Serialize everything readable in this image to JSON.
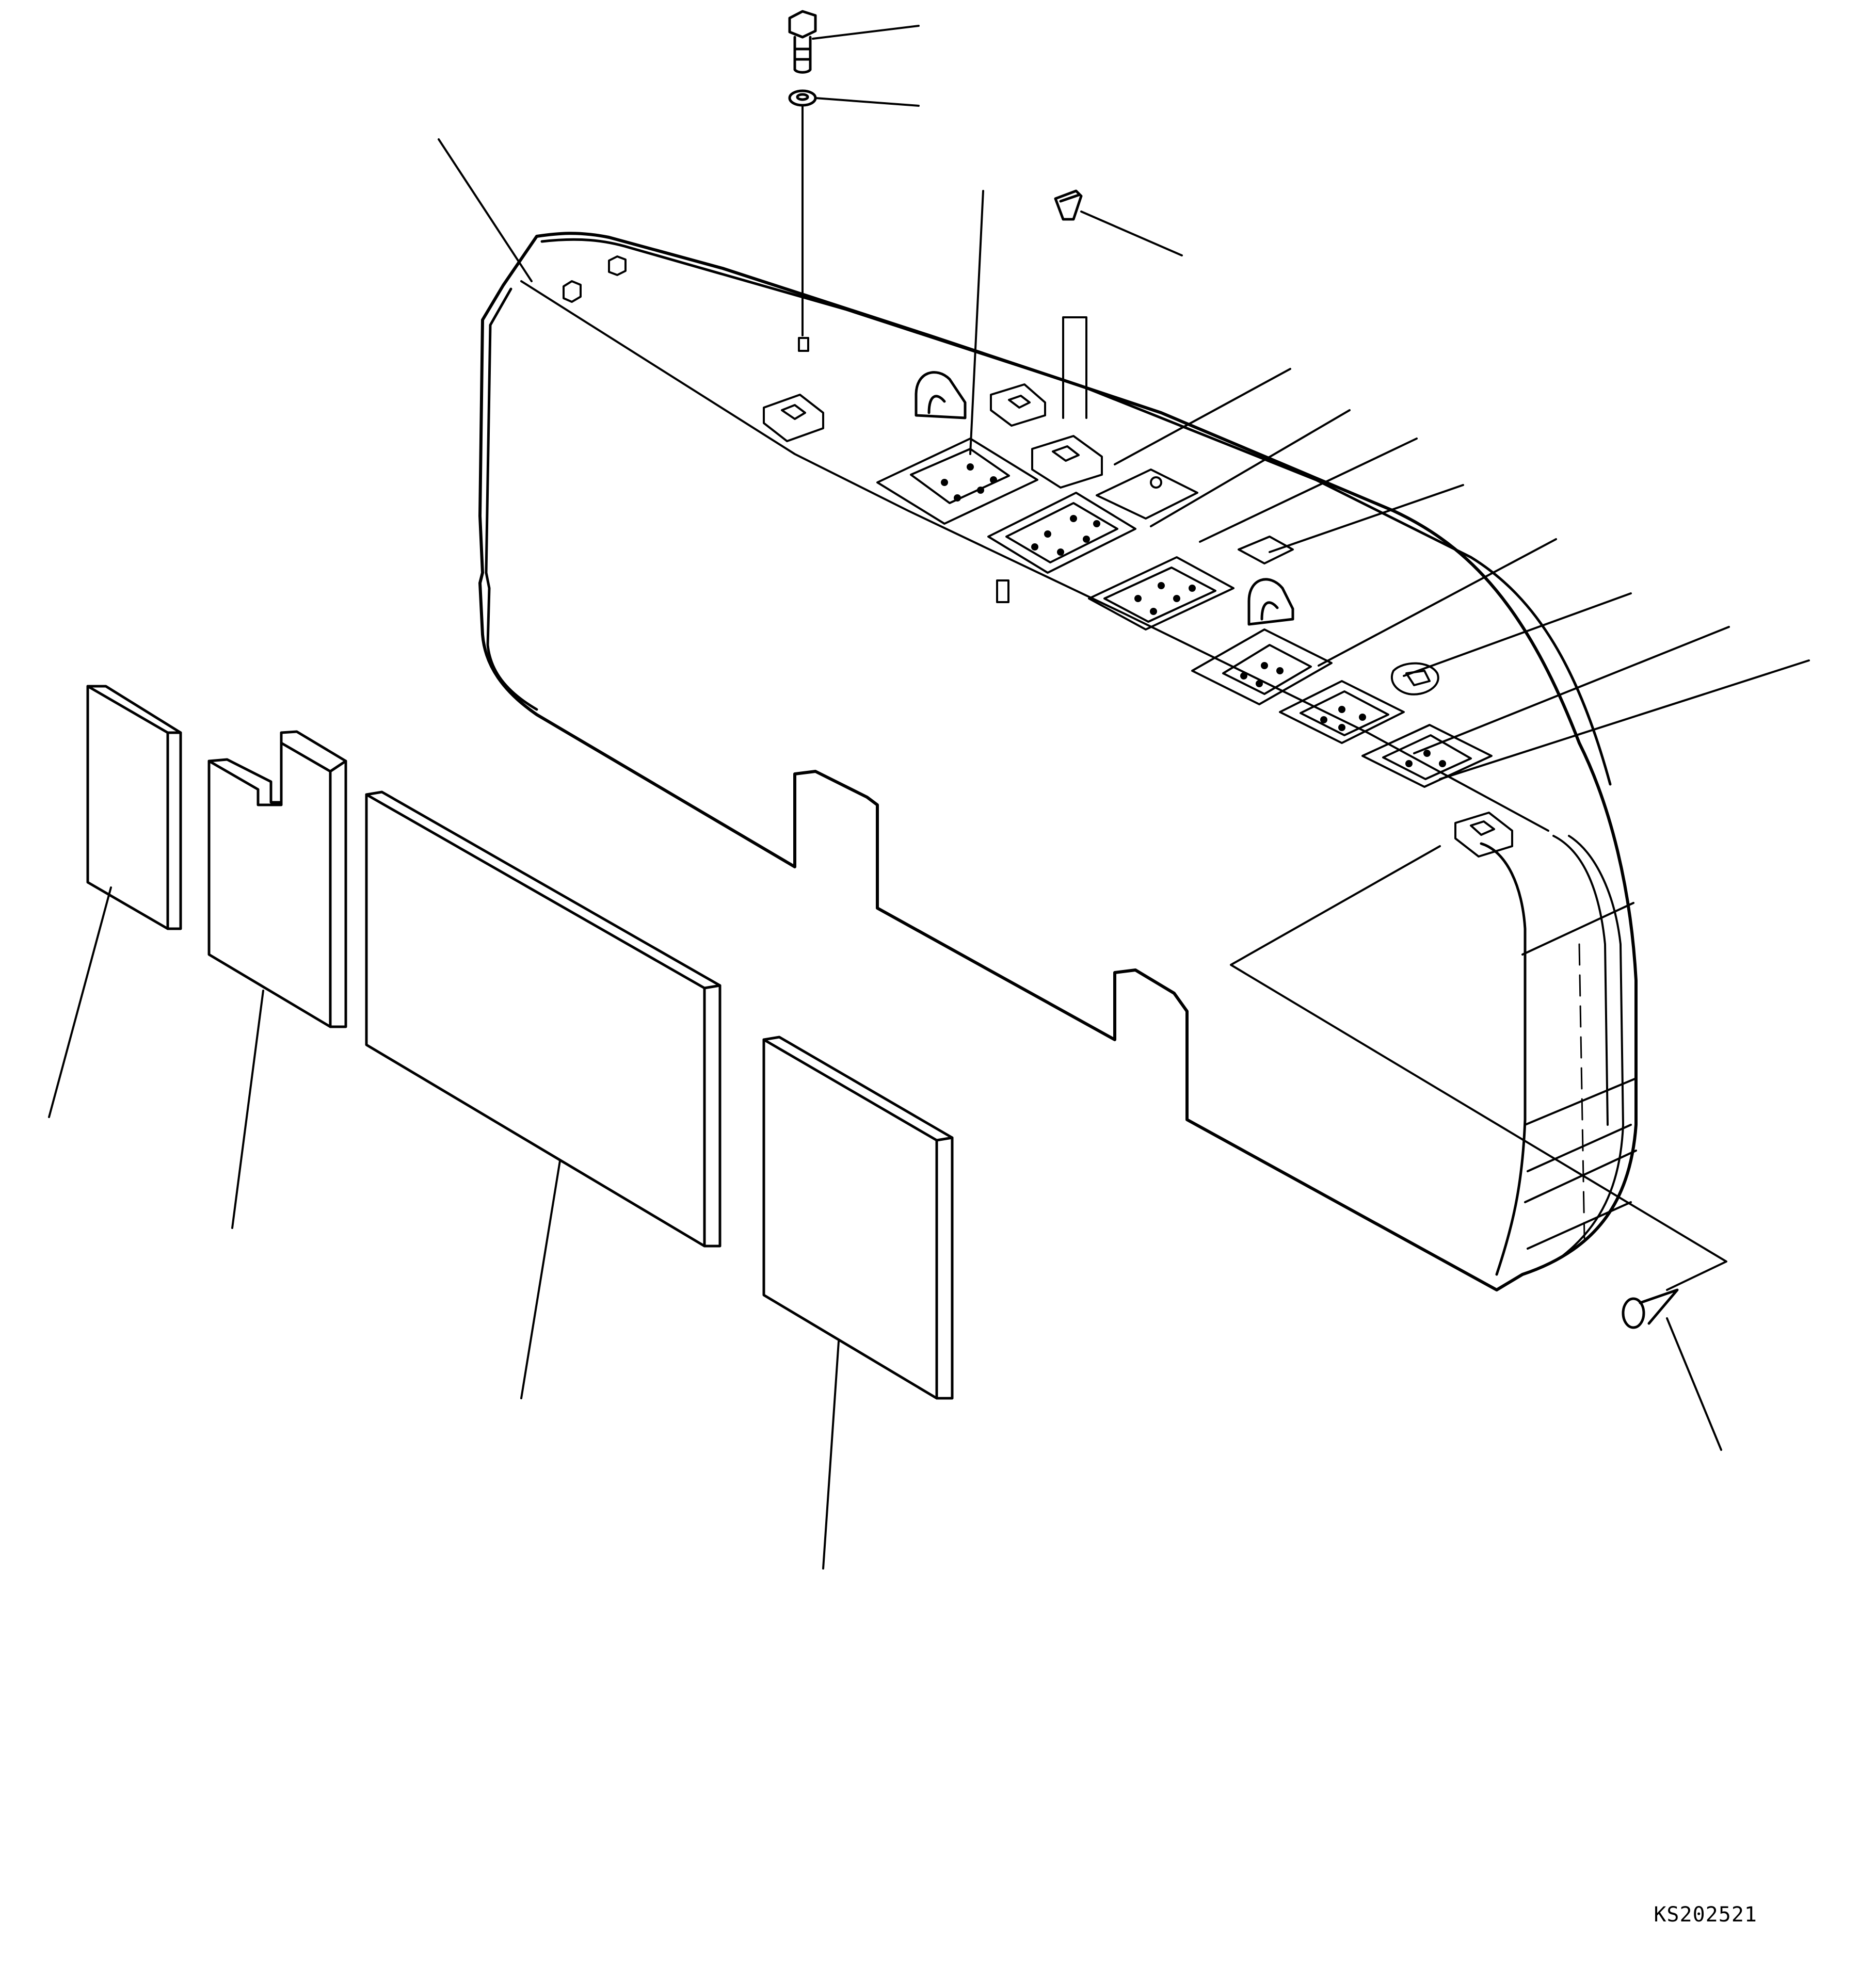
{
  "drawing": {
    "code": "KS202521",
    "line_color": "#000000",
    "background_color": "#ffffff",
    "parts": [
      "counterweight-body",
      "bolt",
      "washer",
      "plug",
      "insulation-pad",
      "rubber-cushion",
      "cap",
      "foam-panel-small",
      "foam-panel-notched",
      "foam-panel-large",
      "foam-panel-square",
      "push-rivet"
    ]
  }
}
